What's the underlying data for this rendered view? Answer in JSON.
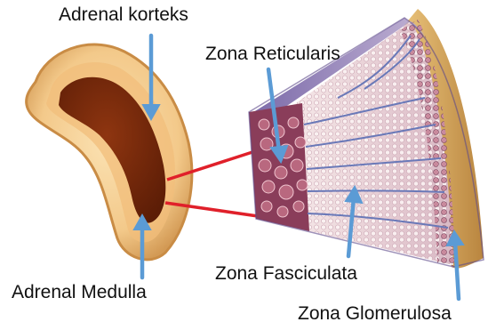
{
  "labels": {
    "adrenal_cortex": "Adrenal korteks",
    "zona_reticularis": "Zona Reticularis",
    "adrenal_medulla": "Adrenal Medulla",
    "zona_fasciculata": "Zona Fasciculata",
    "zona_glomerulosa": "Zona Glomerulosa"
  },
  "colors": {
    "arrow": "#5b9bd5",
    "connector": "#e0202a",
    "medulla": "#7a2a0c",
    "cortex": "#f3c98a",
    "capsule": "#d9a75f",
    "reticularis": "#8a3d5a",
    "fasciculata_cells": "#f0dedf",
    "vessels": "#6a79b8"
  }
}
